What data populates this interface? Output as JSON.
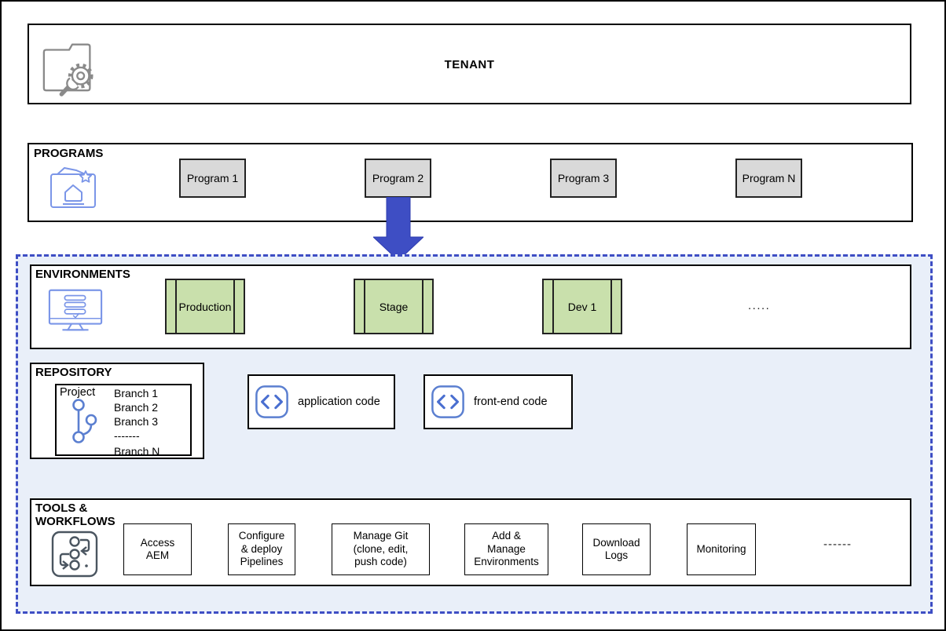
{
  "colors": {
    "arrow_blue": "#3e4ec4",
    "dashed_border_blue": "#3e4ec4",
    "panel_background": "#e9eff9",
    "program_box_fill": "#d9d9d9",
    "environment_box_fill": "#c9e0ac",
    "icon_light_blue": "#7b96e8",
    "icon_code_blue": "#4a6fd0",
    "icon_gray": "#8a8a8a",
    "border_black": "#000000"
  },
  "tenant": {
    "title": "TENANT"
  },
  "programs": {
    "label": "PROGRAMS",
    "items": [
      "Program 1",
      "Program 2",
      "Program 3",
      "Program N"
    ]
  },
  "environments": {
    "label": "ENVIRONMENTS",
    "items": [
      "Production",
      "Stage",
      "Dev 1"
    ],
    "ellipsis": "....."
  },
  "repository": {
    "label": "REPOSITORY",
    "project_label": "Project",
    "branches": [
      "Branch 1",
      "Branch 2",
      "Branch 3",
      "-------",
      "Branch N"
    ]
  },
  "code_artifacts": {
    "application": "application code",
    "frontend": "front-end code"
  },
  "tools": {
    "label": "TOOLS &\nWORKFLOWS",
    "items": [
      "Access\nAEM",
      "Configure\n& deploy\nPipelines",
      "Manage Git\n(clone, edit,\npush code)",
      "Add &\nManage\nEnvironments",
      "Download\nLogs",
      "Monitoring"
    ],
    "ellipsis": "------"
  }
}
